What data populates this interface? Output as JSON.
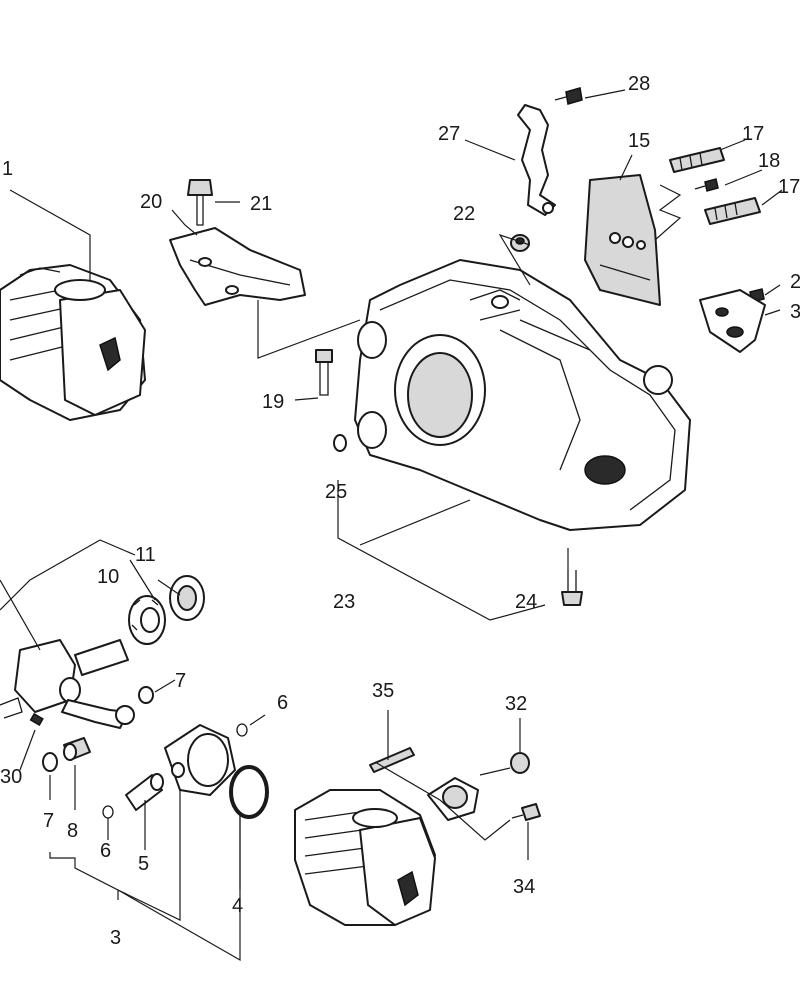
{
  "callouts": {
    "c1": "1",
    "c3": "3",
    "c4": "4",
    "c5": "5",
    "c6a": "6",
    "c6b": "6",
    "c7a": "7",
    "c7b": "7",
    "c8": "8",
    "c10": "10",
    "c11": "11",
    "c15": "15",
    "c17a": "17",
    "c17b": "17",
    "c18": "18",
    "c19": "19",
    "c20": "20",
    "c21": "21",
    "c22": "22",
    "c23": "23",
    "c24": "24",
    "c25": "25",
    "c27": "27",
    "c28": "28",
    "c2x": "2",
    "c3x": "3",
    "c30": "30",
    "c32": "32",
    "c34": "34",
    "c35": "35"
  }
}
